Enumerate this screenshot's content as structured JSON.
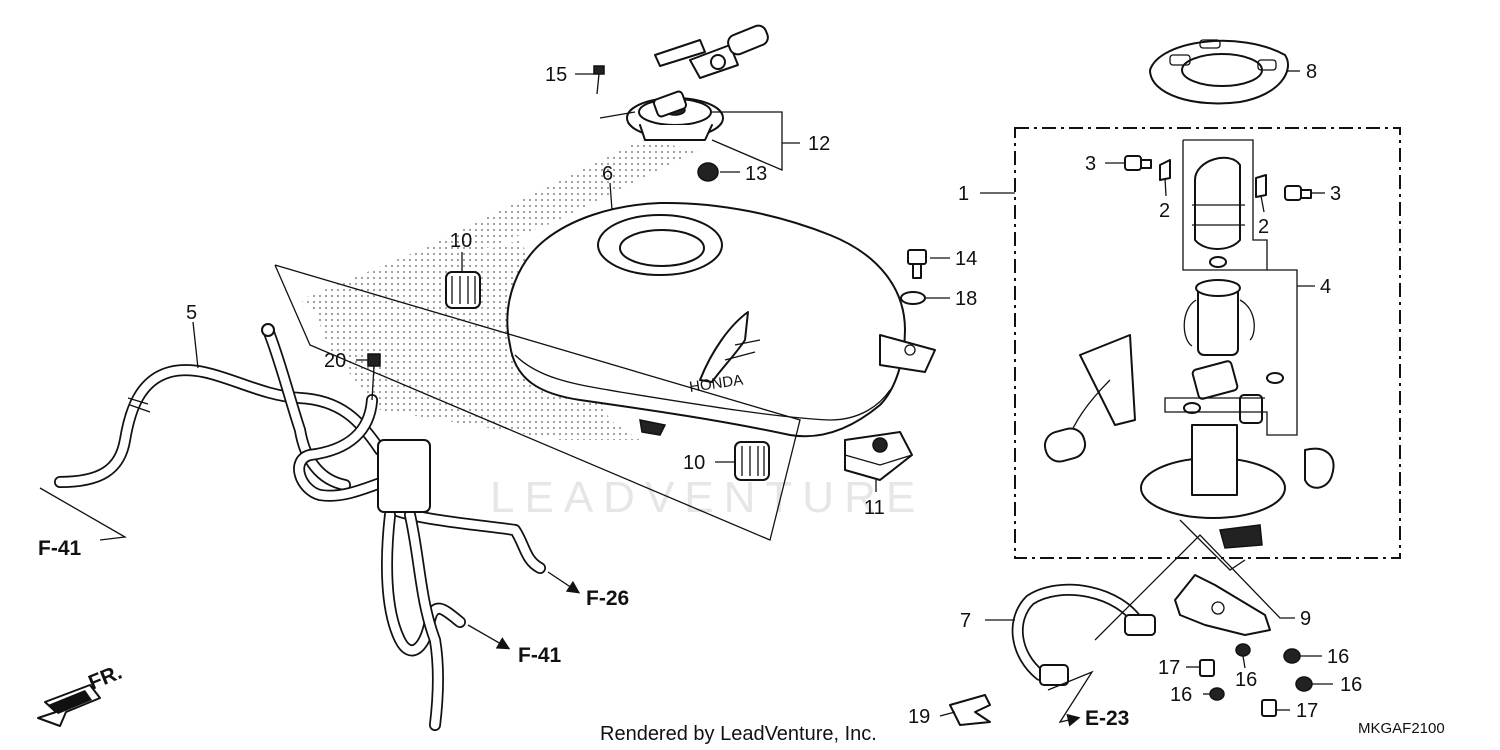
{
  "watermark": "LEADVENTURE",
  "credit": "Rendered by LeadVenture, Inc.",
  "diagram_code": "MKGAF2100",
  "front_marker": "FR.",
  "callouts": {
    "c1": "1",
    "c2a": "2",
    "c2b": "2",
    "c3a": "3",
    "c3b": "3",
    "c4": "4",
    "c5": "5",
    "c6": "6",
    "c7": "7",
    "c8": "8",
    "c9": "9",
    "c10a": "10",
    "c10b": "10",
    "c11": "11",
    "c12": "12",
    "c13": "13",
    "c14": "14",
    "c15": "15",
    "c16a": "16",
    "c16b": "16",
    "c16c": "16",
    "c16d": "16",
    "c17a": "17",
    "c17b": "17",
    "c18": "18",
    "c19": "19",
    "c20": "20"
  },
  "refs": {
    "f41_left": "F-41",
    "f26": "F-26",
    "f41_bottom": "F-41",
    "e23": "E-23"
  }
}
